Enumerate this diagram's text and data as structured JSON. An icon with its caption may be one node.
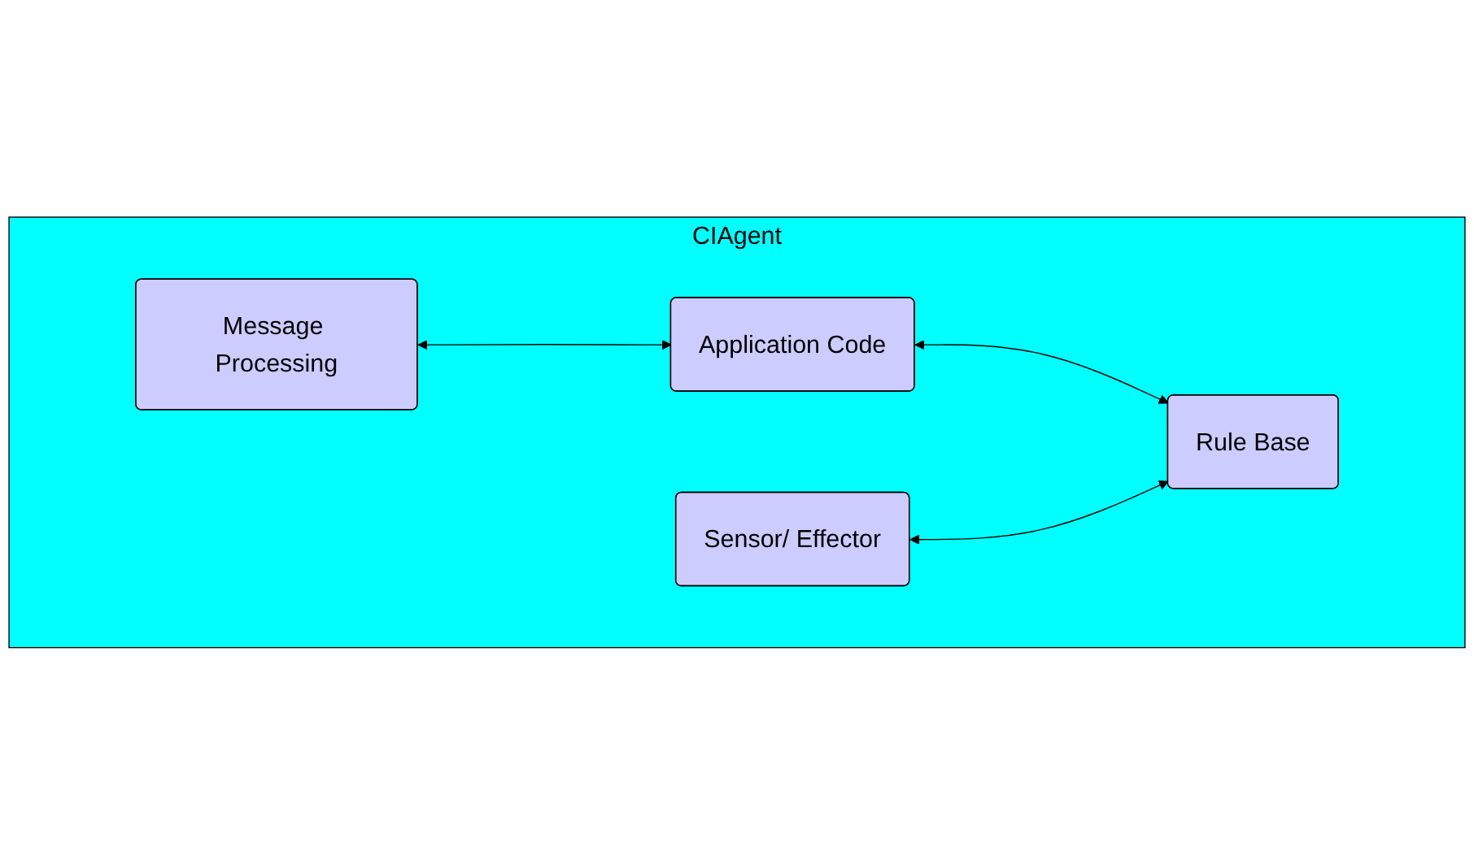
{
  "diagram": {
    "nodes": [
      {
        "text": [
          "CIAgent"
        ]
      },
      {
        "text": [
          "Message Processing"
        ],
        "in": 0
      },
      {
        "text": [
          "Application Code"
        ],
        "in": 0
      },
      {
        "text": [
          "Sensor/ Effector"
        ],
        "in": 0
      },
      {
        "text": [
          "Rule Base"
        ],
        "in": 0
      }
    ],
    "edges": [
      {
        "from": 1,
        "to": 2,
        "arrow": "both"
      },
      {
        "from": 2,
        "to": 4,
        "arrow": "both"
      },
      {
        "from": 3,
        "to": 4,
        "arrow": "both"
      }
    ]
  }
}
